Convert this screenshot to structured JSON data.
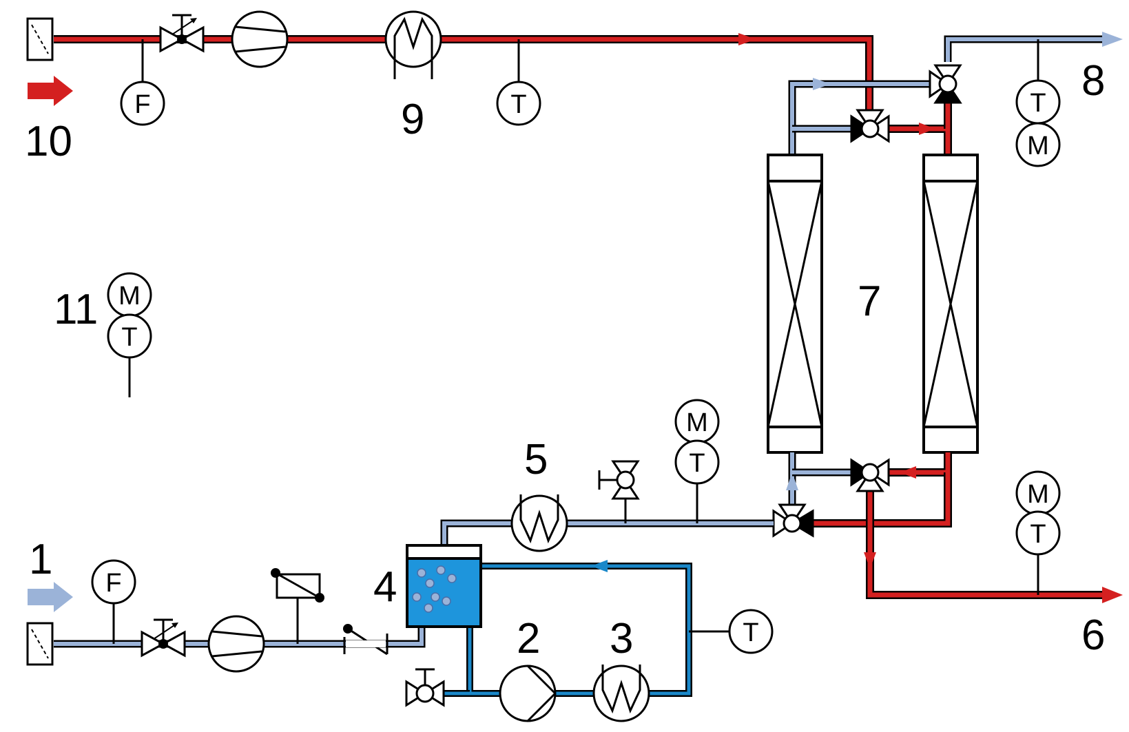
{
  "labels": {
    "n1": "1",
    "n2": "2",
    "n3": "3",
    "n4": "4",
    "n5": "5",
    "n6": "6",
    "n7": "7",
    "n8": "8",
    "n9": "9",
    "n10": "10",
    "n11": "11"
  },
  "instruments": {
    "flow": "F",
    "temperature": "T",
    "moisture": "M"
  },
  "colors": {
    "hot_air": "#d42020",
    "cool_air": "#9bb3d8",
    "water": "#1a88c9",
    "water_fill": "#1e95dc",
    "outline": "#000000"
  }
}
